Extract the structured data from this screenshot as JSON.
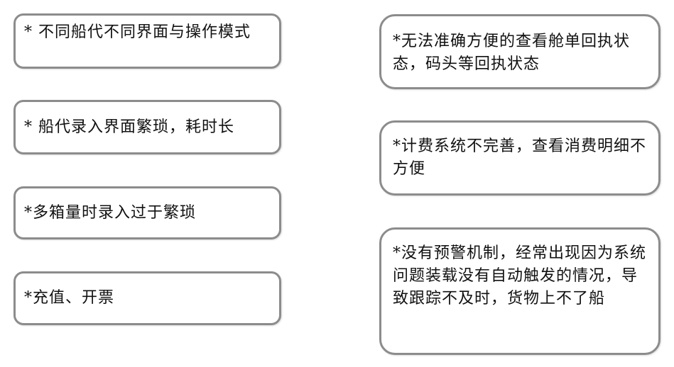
{
  "left_boxes": [
    {
      "text": "* 不同船代不同界面与操作模式"
    },
    {
      "text": "* 船代录入界面繁琐，耗时长"
    },
    {
      "text": "*多箱量时录入过于繁琐"
    },
    {
      "text": "*充值、开票"
    }
  ],
  "right_boxes": [
    {
      "text": "*无法准确方便的查看舱单回执状态，码头等回执状态"
    },
    {
      "text": "*计费系统不完善，查看消费明细不方便"
    },
    {
      "text": "*没有预警机制，经常出现因为系统问题装载没有自动触发的情况，导致跟踪不及时，货物上不了船"
    }
  ]
}
